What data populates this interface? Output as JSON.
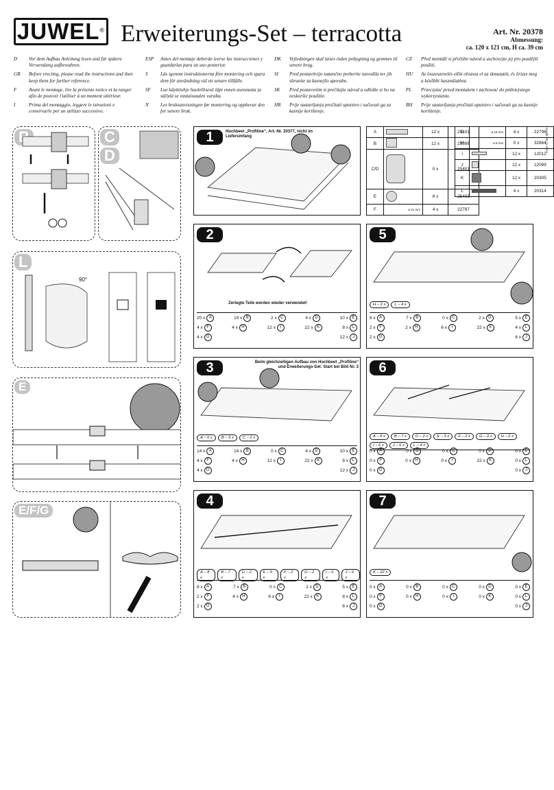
{
  "header": {
    "logo": "JUWEL",
    "logo_mark": "®",
    "title": "Erweiterungs-Set – terracotta",
    "art_nr": "Art. Nr. 20378",
    "dimensions_label": "Abmessung:",
    "dimensions": "ca. 120 x 121 cm, H ca. 39 cm"
  },
  "instructions": [
    {
      "code": "D",
      "text": "Vor dem Aufbau Anleitung lesen und für spätere Verwendung aufbewahren."
    },
    {
      "code": "GB",
      "text": "Before erecting, please read the instructions and then keep them for further reference."
    },
    {
      "code": "F",
      "text": "Avant le montage, lire la présente notice et la ranger afin de pouvoir l'utiliser à un moment ultérieur."
    },
    {
      "code": "I",
      "text": "Prima del montaggio, leggere le istruzioni e conservarle per un utilizzo successivo."
    },
    {
      "code": "ESP",
      "text": "Antes del montaje deberán leerse las instrucciones y guardarlas para un uso posterior."
    },
    {
      "code": "S",
      "text": "Läs igenom instruktionerna före montering och spara dem för användning vid ett senare tillfälle."
    },
    {
      "code": "SF",
      "text": "Lue käyttöohje huolellisesti läpi ennen asennusta ja säilytä se vastaisuuden varalta."
    },
    {
      "code": "N",
      "text": "Les bruksanvisningen før montering og oppbevar den for senere bruk."
    },
    {
      "code": "DK",
      "text": "Vejledningen skal læses inden pobygning og gemmes til senere brug."
    },
    {
      "code": "SI",
      "text": "Pred postavitvijo natančno preberite navodila ter jih shranite za kasnejšo uporabo."
    },
    {
      "code": "SK",
      "text": "Pred postavením si prečítajte návod a odložte si ho na neskoršie použitie."
    },
    {
      "code": "HR",
      "text": "Prije sastavljanja pročitati uputstvo i sačuvati ga za kasnije korištenje."
    },
    {
      "code": "CZ",
      "text": "Před montáží si přečtěte návod a uschovejte jej pro pozdější použití."
    },
    {
      "code": "HU",
      "text": "Az összeszerelés előtt olvassa el az útmutatót, és őrizze meg a későbbi használathoz."
    },
    {
      "code": "PL",
      "text": "Przeczytać przed montażem i zachować do późniejszego wykorzystania."
    },
    {
      "code": "BH",
      "text": "Prije sastavljanja pročitati uputstvo i sačuvati ga za kasnije korištenje."
    }
  ],
  "detail_panels": {
    "b": "B",
    "c": "C",
    "d": "D",
    "l": "L",
    "e": "E",
    "efg": "E/F/G",
    "angle": "90°"
  },
  "steps": [
    {
      "num": "1",
      "caption": "Hochbeet „Profiline“, Art.-Nr. 20377, nicht im Lieferumfang",
      "chips": [],
      "qty": []
    },
    {
      "num": "2",
      "caption": "Zerlegte Teile werden wieder verwendet!",
      "chips": [],
      "qty": [
        [
          "20 x",
          "A"
        ],
        [
          "19 x",
          "B"
        ],
        [
          "2 x",
          "C"
        ],
        [
          "4 x",
          "D"
        ],
        [
          "10 x",
          "E"
        ],
        [
          "4 x",
          "F"
        ],
        [
          "4 x",
          "H"
        ],
        [
          "12 x",
          "I"
        ],
        [
          "12 x",
          "J"
        ],
        [
          "22 x",
          "K"
        ],
        [
          "8 x",
          "L"
        ],
        [
          "4 x",
          "G"
        ]
      ]
    },
    {
      "num": "3",
      "caption": "Beim gleichzeitigen Aufbau von Hochbeet „Profiline“ und Erweiterungs-Set: Start bei Bild Nr. 3",
      "chips": [
        "A – 6 x",
        "B – 5 x",
        "C – 2 x"
      ],
      "qty": [
        [
          "14 x",
          "A"
        ],
        [
          "14 x",
          "B"
        ],
        [
          "0 x",
          "C"
        ],
        [
          "4 x",
          "D"
        ],
        [
          "10 x",
          "E"
        ],
        [
          "4 x",
          "F"
        ],
        [
          "4 x",
          "H"
        ],
        [
          "12 x",
          "I"
        ],
        [
          "12 x",
          "J"
        ],
        [
          "22 x",
          "K"
        ],
        [
          "8 x",
          "L"
        ],
        [
          "4 x",
          "G"
        ]
      ]
    },
    {
      "num": "4",
      "caption": "",
      "chips": [
        "A – 8 x",
        "B – 7 x",
        "D – 2 x",
        "E – 5 x",
        "F – 2 x",
        "G – 2 x",
        "I – 6 x",
        "J – 6 x"
      ],
      "qty": [
        [
          "8 x",
          "A"
        ],
        [
          "7 x",
          "B"
        ],
        [
          "0 x",
          "C"
        ],
        [
          "2 x",
          "D"
        ],
        [
          "5 x",
          "E"
        ],
        [
          "2 x",
          "F"
        ],
        [
          "4 x",
          "H"
        ],
        [
          "6 x",
          "I"
        ],
        [
          "6 x",
          "J"
        ],
        [
          "22 x",
          "K"
        ],
        [
          "8 x",
          "L"
        ],
        [
          "2 x",
          "G"
        ]
      ]
    },
    {
      "num": "5",
      "caption": "",
      "chips": [
        "H – 2 x",
        "L – 4 x"
      ],
      "qty": [
        [
          "8 x",
          "A"
        ],
        [
          "7 x",
          "B"
        ],
        [
          "0 x",
          "C"
        ],
        [
          "2 x",
          "D"
        ],
        [
          "5 x",
          "E"
        ],
        [
          "2 x",
          "F"
        ],
        [
          "2 x",
          "H"
        ],
        [
          "6 x",
          "I"
        ],
        [
          "6 x",
          "J"
        ],
        [
          "22 x",
          "K"
        ],
        [
          "4 x",
          "L"
        ],
        [
          "2 x",
          "G"
        ]
      ]
    },
    {
      "num": "6",
      "caption": "",
      "chips": [
        "A – 8 x",
        "B – 7 x",
        "D – 2 x",
        "E – 5 x",
        "F – 2 x",
        "G – 2 x",
        "H – 2 x",
        "I – 6 x",
        "J – 6 x",
        "L – 4 x"
      ],
      "qty": [
        [
          "0 x",
          "A"
        ],
        [
          "0 x",
          "B"
        ],
        [
          "0 x",
          "C"
        ],
        [
          "0 x",
          "D"
        ],
        [
          "0 x",
          "E"
        ],
        [
          "0 x",
          "F"
        ],
        [
          "0 x",
          "H"
        ],
        [
          "0 x",
          "I"
        ],
        [
          "0 x",
          "J"
        ],
        [
          "22 x",
          "K"
        ],
        [
          "0 x",
          "L"
        ],
        [
          "0 x",
          "G"
        ]
      ]
    },
    {
      "num": "7",
      "caption": "",
      "chips": [
        "K – 22 x"
      ],
      "qty": [
        [
          "0 x",
          "A"
        ],
        [
          "0 x",
          "B"
        ],
        [
          "0 x",
          "C"
        ],
        [
          "0 x",
          "D"
        ],
        [
          "0 x",
          "E"
        ],
        [
          "0 x",
          "F"
        ],
        [
          "0 x",
          "H"
        ],
        [
          "0 x",
          "I"
        ],
        [
          "0 x",
          "J"
        ],
        [
          "0 x",
          "K"
        ],
        [
          "0 x",
          "L"
        ],
        [
          "0 x",
          "G"
        ]
      ]
    }
  ],
  "parts_left": [
    {
      "letter": "A",
      "qty": "12 x",
      "num": "25101",
      "size": ""
    },
    {
      "letter": "B",
      "qty": "12 x",
      "num": "25098",
      "size": ""
    },
    {
      "letter": "C/D",
      "qty": "0 x",
      "num": "25401",
      "size": ""
    },
    {
      "letter": "E",
      "qty": "8 x",
      "num": "25403",
      "size": ""
    },
    {
      "letter": "F",
      "qty": "4 x",
      "num": "22797",
      "size": "ø 21 mm"
    }
  ],
  "parts_right": [
    {
      "letter": "G",
      "qty": "4 x",
      "num": "22796",
      "size": "ø 18 mm"
    },
    {
      "letter": "H",
      "qty": "0 x",
      "num": "32864",
      "size": "ø 8 mm"
    },
    {
      "letter": "I",
      "qty": "12 x",
      "num": "12012",
      "size": ""
    },
    {
      "letter": "J",
      "qty": "12 x",
      "num": "12099",
      "size": ""
    },
    {
      "letter": "K",
      "qty": "12 x",
      "num": "20305",
      "size": ""
    },
    {
      "letter": "L",
      "qty": "4 x",
      "num": "20314",
      "size": ""
    }
  ],
  "side_note": "Grafik: 26.11.2013"
}
